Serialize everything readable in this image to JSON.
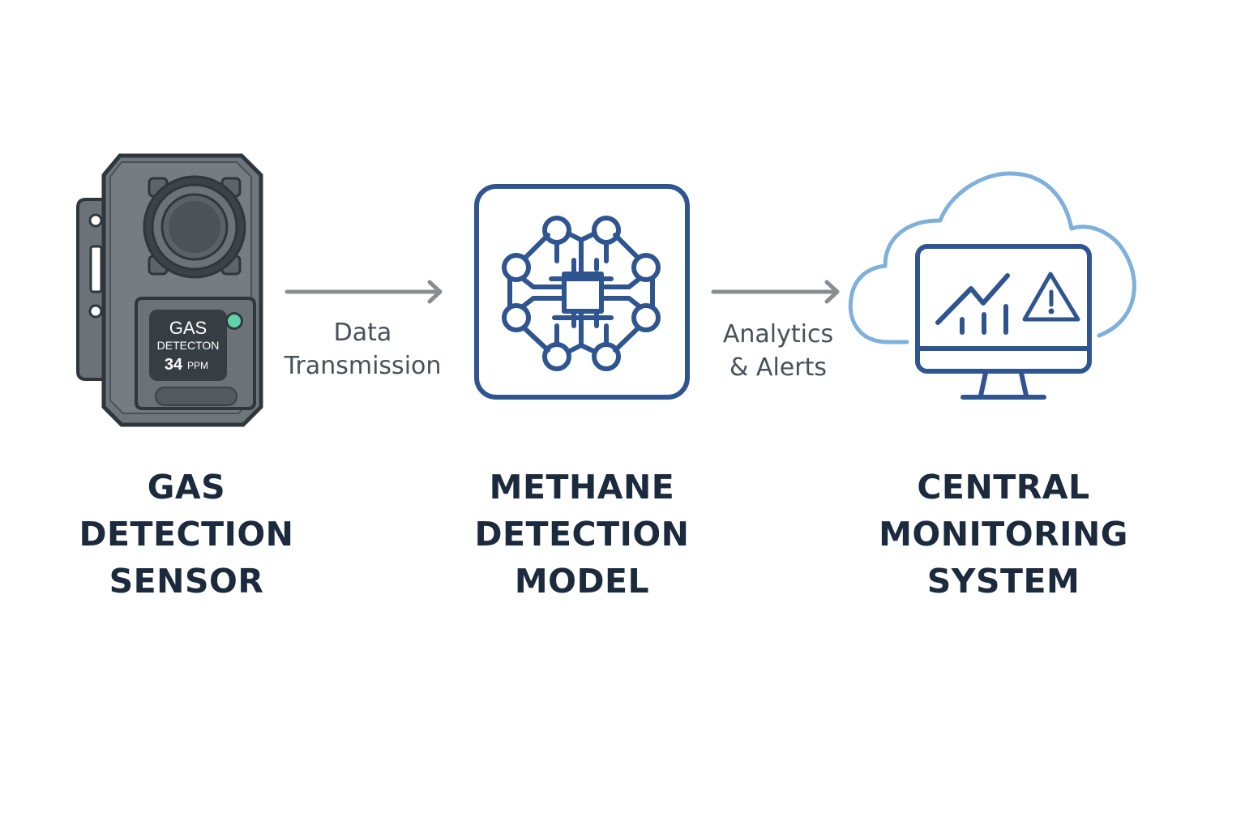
{
  "diagram": {
    "stages": [
      {
        "id": "sensor",
        "title_lines": [
          "GAS",
          "DETECTION",
          "SENSOR"
        ],
        "icon": "gas-detector-device-icon",
        "device_screen": {
          "line1": "GAS",
          "line2": "DETECTON",
          "reading_value": "34",
          "reading_unit": "PPM"
        },
        "status_led_color": "#5fd3a8"
      },
      {
        "id": "model",
        "title_lines": [
          "METHANE",
          "DETECTION",
          "MODEL"
        ],
        "icon": "neural-chip-icon"
      },
      {
        "id": "monitoring",
        "title_lines": [
          "CENTRAL",
          "MONITORING",
          "SYSTEM"
        ],
        "icon": "cloud-monitor-alert-icon"
      }
    ],
    "connectors": [
      {
        "from": "sensor",
        "to": "model",
        "label_lines": [
          "Data",
          "Transmission"
        ],
        "icon": "arrow-right-icon"
      },
      {
        "from": "model",
        "to": "monitoring",
        "label_lines": [
          "Analytics",
          "& Alerts"
        ],
        "icon": "arrow-right-icon"
      }
    ],
    "colors": {
      "title_text": "#1b2a3d",
      "label_text": "#4a5057",
      "arrow": "#8a8d90",
      "icon_primary": "#2f5590",
      "cloud": "#7fb0dc",
      "device_body": "#6b7278",
      "device_dark": "#3a4248",
      "status_led": "#5fd3a8"
    }
  }
}
